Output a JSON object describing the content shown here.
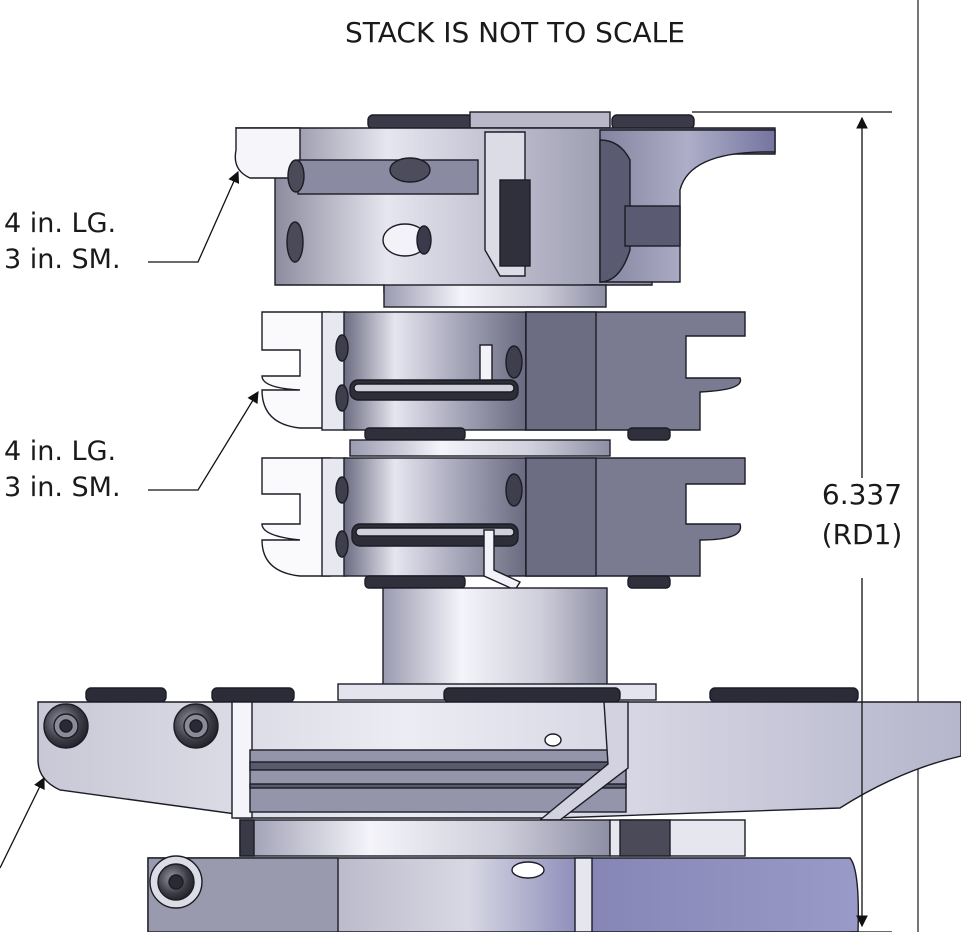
{
  "title": "STACK IS NOT TO SCALE",
  "callouts": [
    {
      "line1": "4 in. LG.",
      "line2": "3 in. SM."
    },
    {
      "line1": "4 in. LG.",
      "line2": "3 in. SM."
    }
  ],
  "dimension": {
    "value": "6.337",
    "ref": "(RD1)"
  },
  "colors": {
    "steel_dark": "#62627a",
    "steel_mid": "#9a9aae",
    "steel_light": "#d2d2de",
    "highlight": "#f1f1f8",
    "outline": "#1c1c26",
    "blue_steel": "#7c7ca8"
  }
}
